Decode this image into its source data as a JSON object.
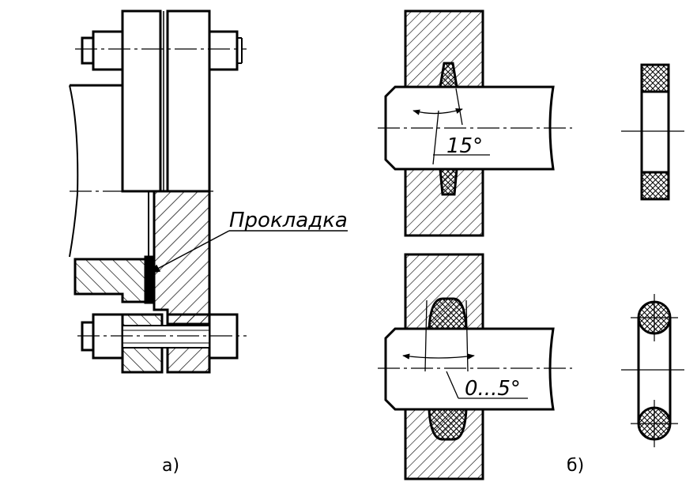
{
  "figure": {
    "gasket_label": "Прокладка",
    "angle_top": "15°",
    "angle_bottom": "0...5°",
    "caption_a": "а)",
    "caption_b": "б)"
  }
}
